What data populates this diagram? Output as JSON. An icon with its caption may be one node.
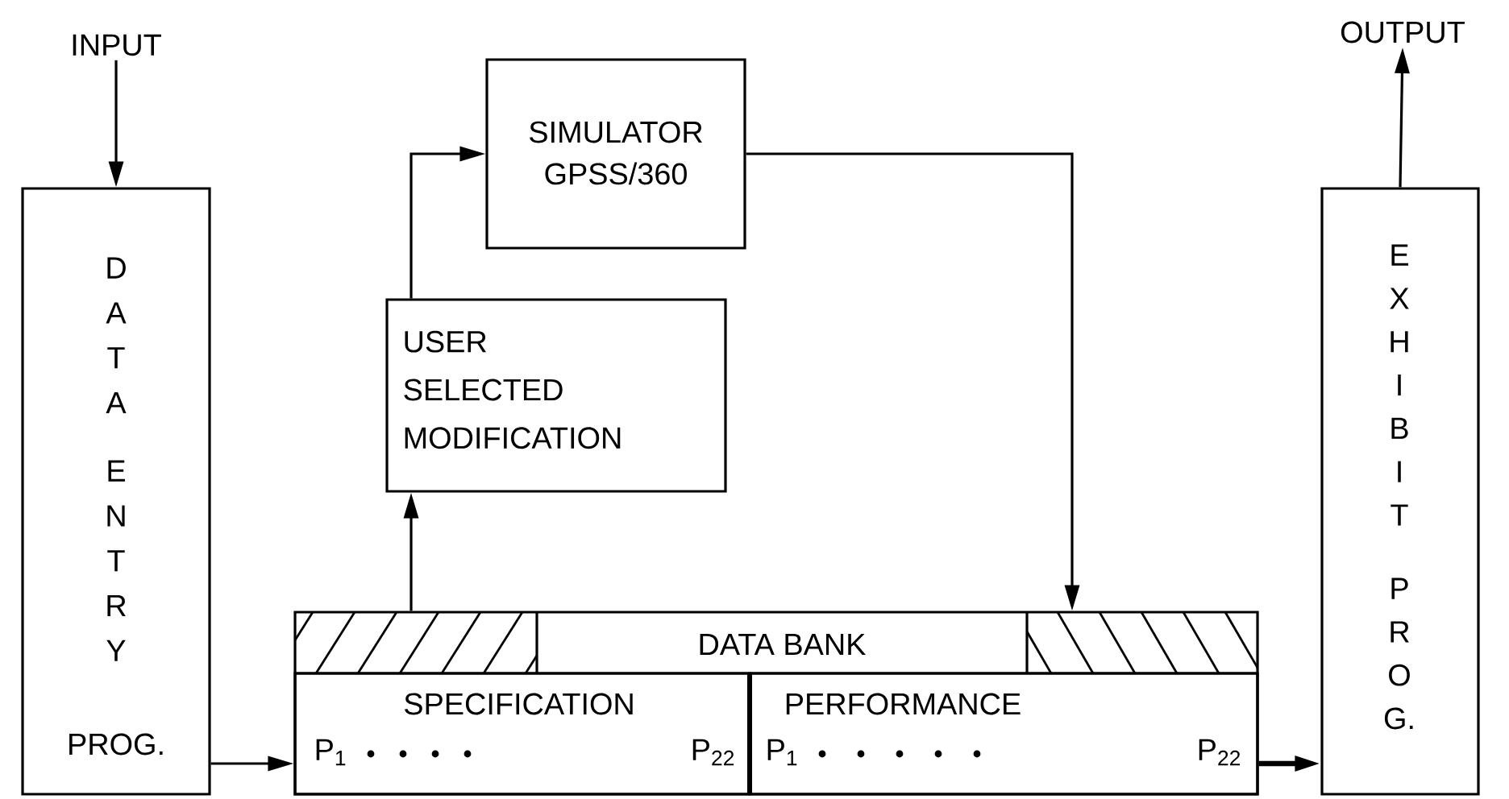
{
  "diagram": {
    "nodes": [
      {
        "text": [
          "INPUT"
        ]
      },
      {
        "text": [
          "D A T A",
          "E N T R Y",
          "PROG."
        ]
      },
      {
        "text": [
          "SIMULATOR GPSS/360"
        ]
      },
      {
        "text": [
          "USER SELECTED MODIFICATION"
        ]
      },
      {
        "text": [
          "DATA BANK"
        ]
      },
      {
        "text": [
          "SPECIFICATION",
          "P$_{1}$",
          "P$_{22}$"
        ],
        "in": 4
      },
      {
        "text": [
          "PERFORMANCE",
          "P$_{1}$",
          "P$_{22}$"
        ],
        "in": 4
      },
      {
        "text": [
          "E X H I B I T",
          "P R O G."
        ]
      },
      {
        "text": [
          "OUTPUT"
        ]
      }
    ],
    "edges": [
      {
        "from": 0,
        "to": 1,
        "arrow": "to"
      },
      {
        "from": 1,
        "to": 5,
        "arrow": "to"
      },
      {
        "from": 4,
        "to": 3,
        "arrow": "to"
      },
      {
        "from": 3,
        "to": 2,
        "arrow": "to"
      },
      {
        "from": 2,
        "to": 4,
        "arrow": "to"
      },
      {
        "from": 6,
        "to": 7,
        "arrow": "to",
        "style": "thick"
      },
      {
        "from": 7,
        "to": 8,
        "arrow": "to"
      }
    ]
  }
}
